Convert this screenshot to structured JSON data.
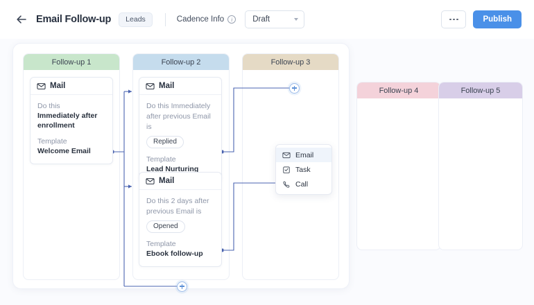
{
  "header": {
    "back_icon": "arrow-left-icon",
    "title": "Email Follow-up",
    "badge": "Leads",
    "cadence_label": "Cadence Info",
    "info_icon": "info-icon",
    "status_value": "Draft",
    "more_label": "•••",
    "publish_label": "Publish"
  },
  "colors": {
    "accent": "#4a90e8",
    "wire": "#4a63b0",
    "followup1": "#c8e6cb",
    "followup2": "#c5dced",
    "followup3": "#e5dac5",
    "followup4": "#f4d2da",
    "followup5": "#d8cee8"
  },
  "columns": [
    {
      "title": "Follow-up 1",
      "color": "#c8e6cb"
    },
    {
      "title": "Follow-up 2",
      "color": "#c5dced"
    },
    {
      "title": "Follow-up 3",
      "color": "#e5dac5"
    },
    {
      "title": "Follow-up 4",
      "color": "#f4d2da"
    },
    {
      "title": "Follow-up 5",
      "color": "#d8cee8"
    }
  ],
  "cards": {
    "c1": {
      "type": "Mail",
      "icon": "mail-icon",
      "do_label": "Do this",
      "do_value": "Immediately after enrollment",
      "template_label": "Template",
      "template_value": "Welcome Email"
    },
    "c2": {
      "type": "Mail",
      "icon": "mail-icon",
      "do_text": "Do this Immediately after previous Email is",
      "chip": "Replied",
      "template_label": "Template",
      "template_value": "Lead Nurturing"
    },
    "c3": {
      "type": "Mail",
      "icon": "mail-icon",
      "do_text": "Do this 2 days after previous Email is",
      "chip": "Opened",
      "template_label": "Template",
      "template_value": "Ebook follow-up"
    }
  },
  "menu": {
    "items": [
      {
        "label": "Email",
        "icon": "mail-icon",
        "active": true
      },
      {
        "label": "Task",
        "icon": "task-checkbox-icon",
        "active": false
      },
      {
        "label": "Call",
        "icon": "phone-icon",
        "active": false
      }
    ]
  },
  "add_buttons": [
    {
      "name": "add-step-top",
      "label": "+"
    },
    {
      "name": "add-step-middle",
      "label": "+"
    },
    {
      "name": "add-step-bottom",
      "label": "+"
    }
  ]
}
